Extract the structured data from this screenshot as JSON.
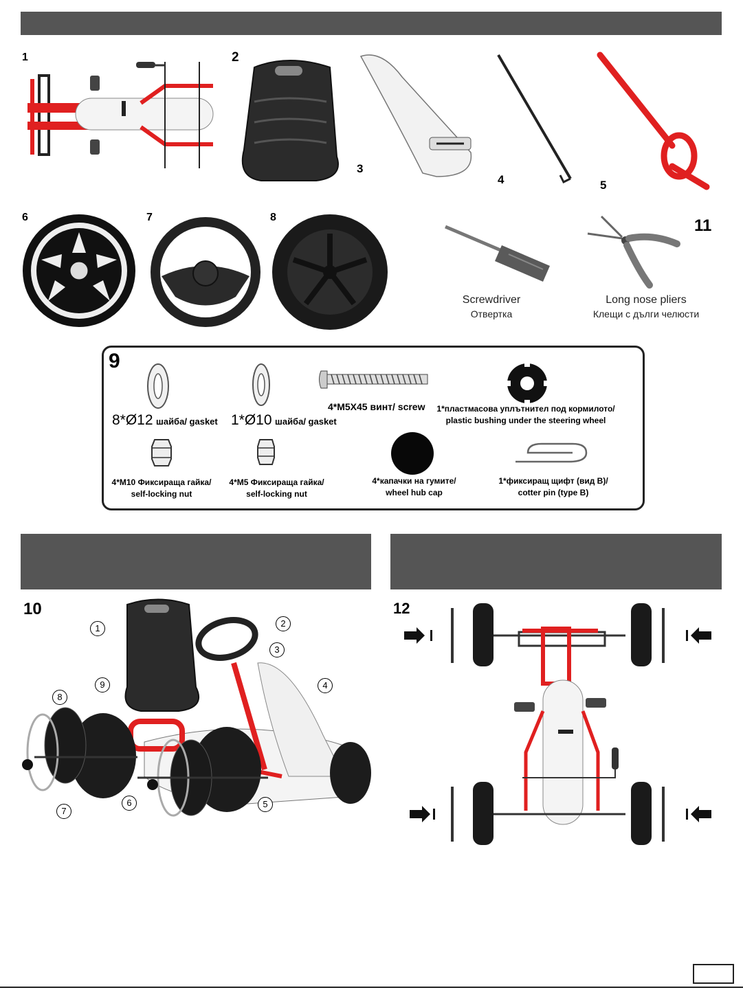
{
  "parts": {
    "p1": "1",
    "p2": "2",
    "p3": "3",
    "p4": "4",
    "p5": "5",
    "p6": "6",
    "p7": "7",
    "p8": "8",
    "p11": "11"
  },
  "tools": {
    "screwdriver_en": "Screwdriver",
    "screwdriver_bg": "Отвертка",
    "pliers_en": "Long nose pliers",
    "pliers_bg": "Клещи с дълги челюсти"
  },
  "hardware": {
    "label": "9",
    "gasket12_qty": "8*Ø12",
    "gasket12_text": "шайба/ gasket",
    "gasket10_qty": "1*Ø10",
    "gasket10_text": "шайба/ gasket",
    "screw": "4*M5X45 винт/ screw",
    "bushing_line1": "1*пластмасова уплътнител под кормилото/",
    "bushing_line2": "plastic bushing under the steering wheel",
    "nut10_line1": "4*M10 Фиксираща гайка/",
    "nut10_line2": "self-locking nut",
    "nut5_line1": "4*M5 Фиксираща гайка/",
    "nut5_line2": "self-locking nut",
    "cap_line1": "4*капачки на гумите/",
    "cap_line2": "wheel hub cap",
    "pin_line1": "1*фиксиращ щифт (вид B)/",
    "pin_line2": "cotter pin (type B)"
  },
  "assembly": {
    "fig10": "10",
    "fig12": "12",
    "callouts": [
      "1",
      "2",
      "3",
      "4",
      "5",
      "6",
      "7",
      "8",
      "9"
    ]
  },
  "colors": {
    "header": "#555555",
    "frame_red": "#e02020",
    "tire": "#1a1a1a"
  }
}
